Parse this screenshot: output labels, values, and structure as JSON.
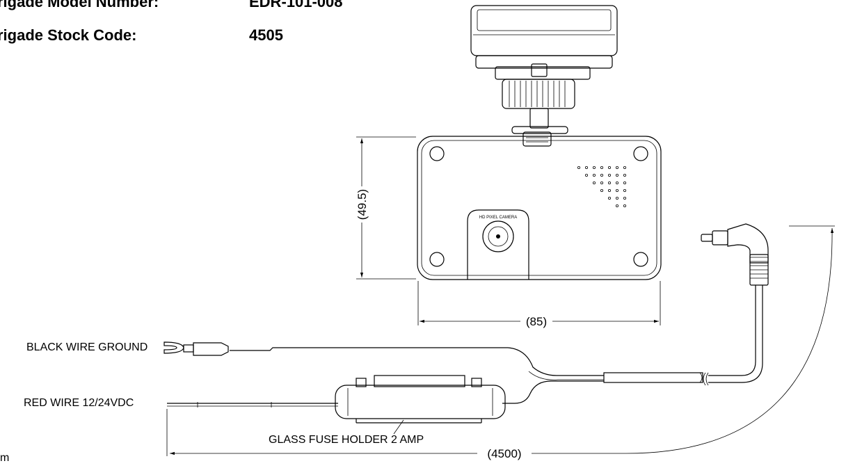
{
  "header": {
    "model_label": "rigade Model Number:",
    "model_value": "EDR-101-008",
    "stock_label": "rigade Stock Code:",
    "stock_value": "4505"
  },
  "camera": {
    "lens_text": "HD PIXEL CAMERA"
  },
  "dimensions": {
    "height": "(49.5)",
    "width": "(85)",
    "cable_length": "(4500)"
  },
  "labels": {
    "black_wire": "BLACK WIRE GROUND",
    "red_wire": "RED WIRE 12/24VDC",
    "fuse_holder": "GLASS FUSE HOLDER 2 AMP",
    "unit_fragment": "m"
  }
}
